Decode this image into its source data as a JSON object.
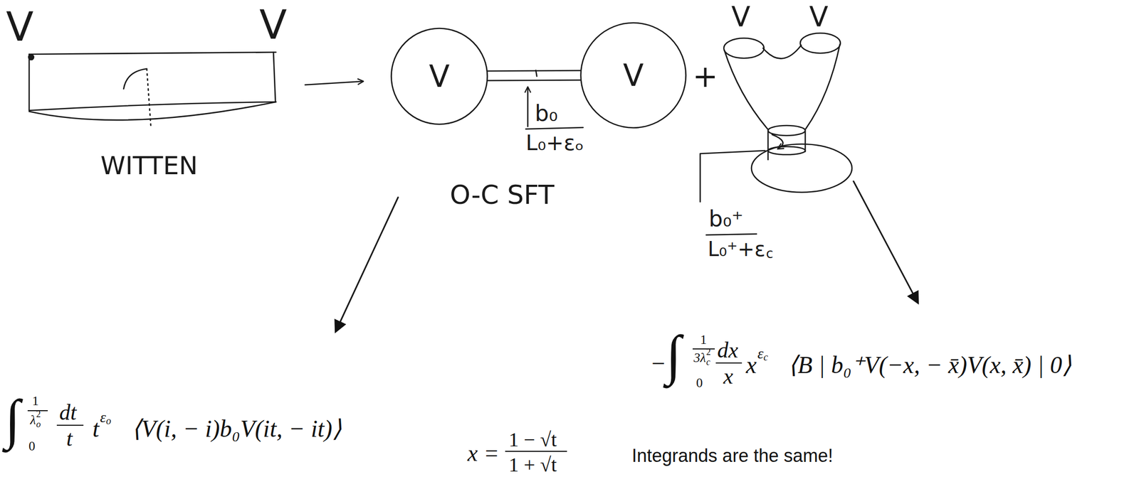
{
  "diagram": {
    "nodes": [
      {
        "text": [
          "V"
        ]
      },
      {
        "text": [
          "V"
        ]
      }
    ],
    "edges": [
      {
        "from": 0,
        "to": 1,
        "arrow": "none"
      }
    ],
    "labels": [
      "V",
      "V",
      "V",
      "V",
      "WITTEN",
      "+",
      "b₀",
      "L₀+εₒ",
      "O-C SFT",
      "b₀⁺",
      "L₀⁺+ε",
      "c",
      "−",
      "∫",
      "1",
      "3λ",
      "2",
      "c",
      "0",
      "dx",
      "x",
      "x",
      "ε",
      "c",
      "⟨B | b₀⁺V(−x, − x̄)V(x, x̄) | 0⟩",
      "∫",
      "1",
      "λ",
      "2",
      "o",
      "0",
      "dt",
      "t",
      "t",
      "ε",
      "o",
      "⟨V(i, − i)b₀V(it, − it)⟩",
      "x =",
      "1 − √t",
      "1 + √t",
      "Integrands are the same!"
    ]
  }
}
